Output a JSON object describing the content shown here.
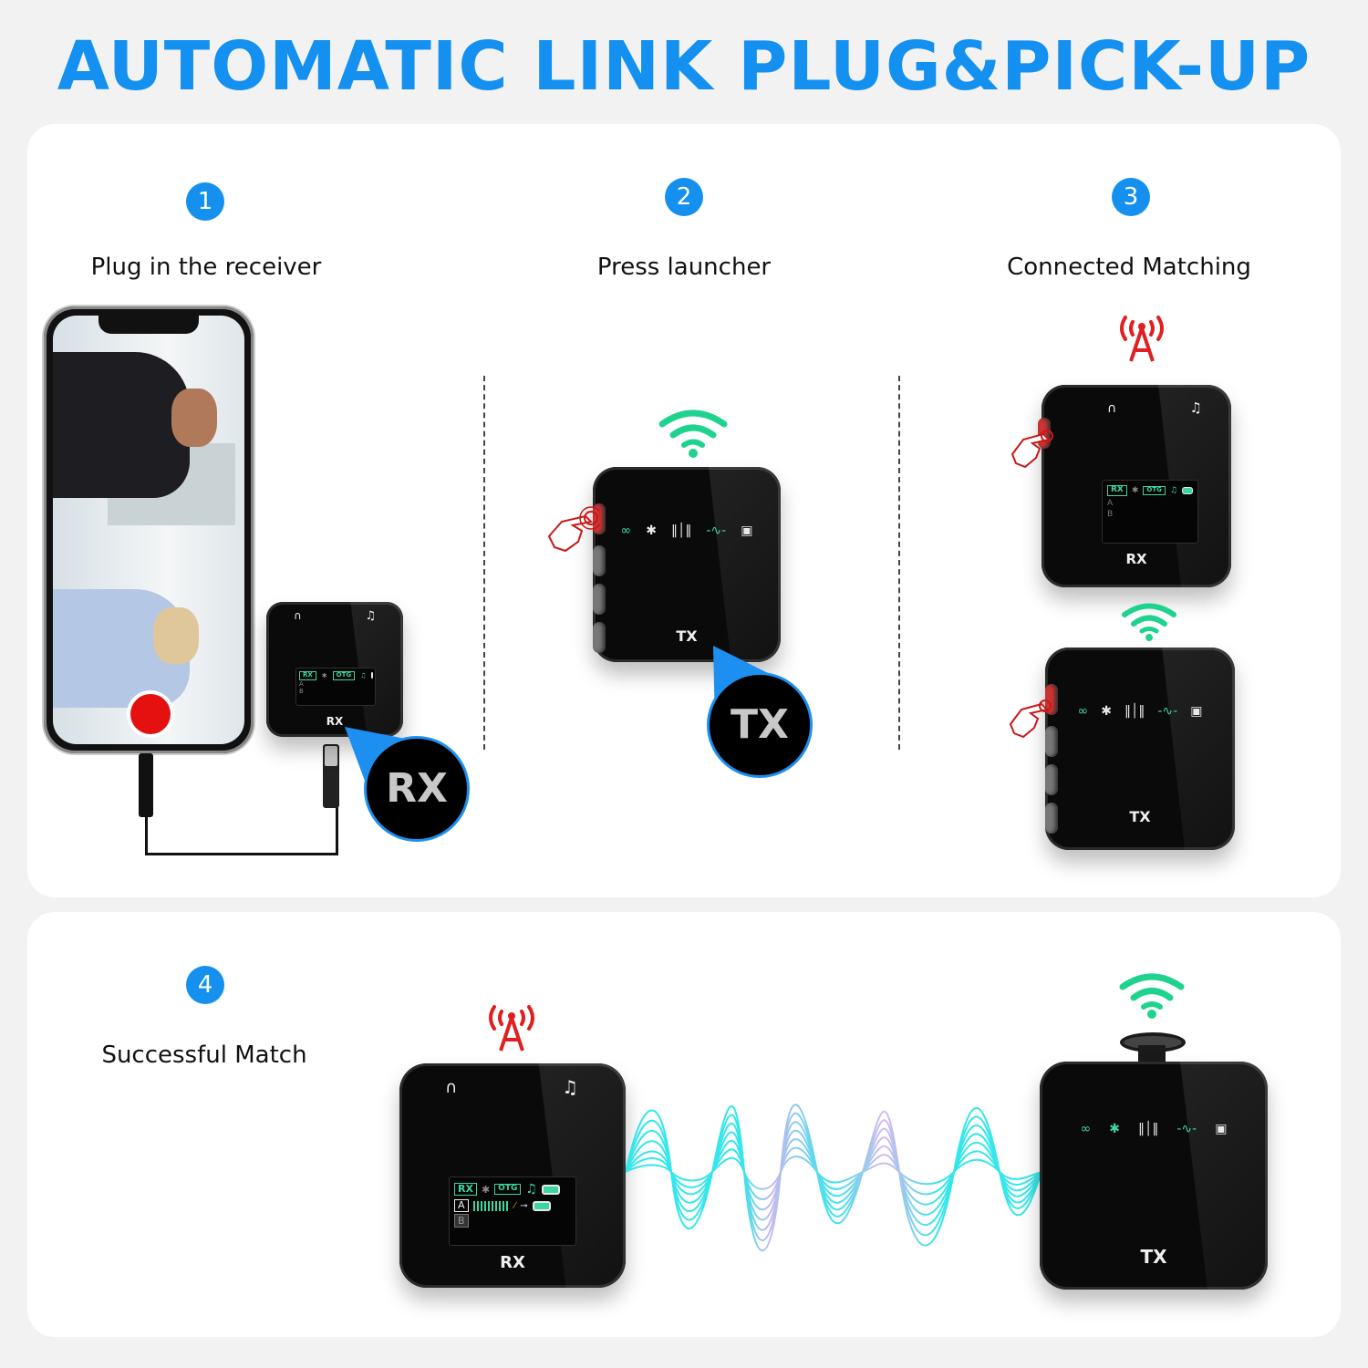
{
  "headline": "AUTOMATIC LINK PLUG&PICK-UP",
  "colors": {
    "accent_blue": "#1390f0",
    "badge_blue": "#1590ee",
    "led_green": "#3cd6a4",
    "signal_red": "#e02020",
    "wave_cyan": "#35e6ea",
    "wave_lilac": "#d8b8f0"
  },
  "steps": [
    {
      "number": "1",
      "label": "Plug in the receiver"
    },
    {
      "number": "2",
      "label": "Press launcher"
    },
    {
      "number": "3",
      "label": "Connected Matching"
    },
    {
      "number": "4",
      "label": "Successful Match"
    }
  ],
  "devices": {
    "rx_label": "RX",
    "tx_label": "TX",
    "rx_callout": "RX",
    "tx_callout": "TX",
    "rx_screen": {
      "mode": "RX",
      "otg": "OTG",
      "channel_a": "A",
      "channel_b": "B"
    },
    "rx_top_icons": [
      "headphones-icon",
      "music-note-icon"
    ],
    "tx_leds": [
      "link-icon",
      "bluetooth-icon",
      "audio-level-icon",
      "waveform-icon",
      "battery-charge-icon"
    ]
  },
  "icons": {
    "headphones": "∩",
    "music": "♫",
    "bluetooth": "✱",
    "link": "∞",
    "level": "‖│‖",
    "wave": "-∿-",
    "battery": "▣"
  }
}
